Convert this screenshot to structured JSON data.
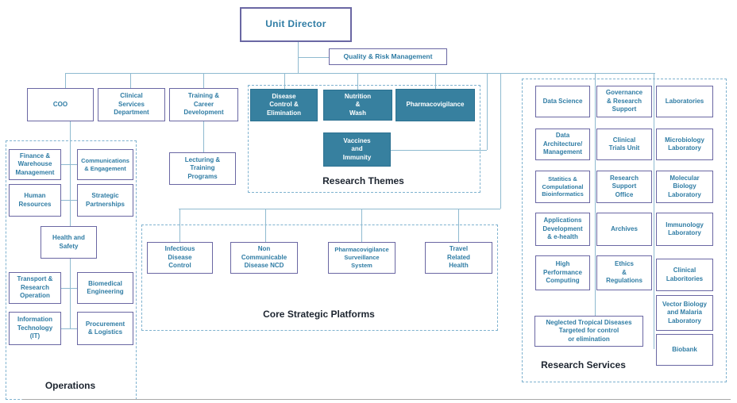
{
  "title": "Unit organisational chart",
  "colors": {
    "theme_fill": "#37809f",
    "theme_border": "#2d7191",
    "box_border": "#6a67a3",
    "box_text": "#2f7ca4",
    "connector": "#8fbad0",
    "panel_dash": "#7fb2cf",
    "section_label": "#1d2530"
  },
  "nodes": {
    "unit_director": "Unit Director",
    "quality_risk": "Quality & Risk Management",
    "coo": "COO",
    "clinical_services": "Clinical\nServices\nDepartment",
    "training_career": "Training &\nCareer\nDevelopment",
    "lecturing": "Lecturing &\nTraining\nPrograms"
  },
  "themes": {
    "title": "Research Themes",
    "disease": "Disease\nControl &\nElimination",
    "nutrition": "Nutrition\n&\nWash",
    "pharmacovigilance": "Pharmacovigilance",
    "vaccines": "Vaccines\nand\nImmunity"
  },
  "operations": {
    "title": "Operations",
    "finance": "Finance &\nWarehouse\nManagement",
    "communications": "Communications\n& Engagement",
    "human_resources": "Human\nResources",
    "strategic_partnerships": "Strategic\nPartnerships",
    "health_safety": "Health and\nSafety",
    "transport": "Transport &\nResearch\nOperation",
    "biomedical": "Biomedical\nEngineering",
    "it": "Information\nTechnology\n(IT)",
    "procurement": "Procurement\n& Logistics"
  },
  "platforms": {
    "title": "Core Strategic Platforms",
    "infectious": "Infectious\nDisease\nControl",
    "ncd": "Non\nCommunicable\nDisease NCD",
    "pv_surveillance": "Pharmacovigilance\nSurveillance\nSystem",
    "travel": "Travel\nRelated\nHealth"
  },
  "services": {
    "title": "Research Services",
    "data_science": "Data Science",
    "governance": "Governance\n& Research\nSupport",
    "laboratories": "Laboratories",
    "data_architecture": "Data\nArchitecture/\nManagement",
    "clinical_trials": "Clinical\nTrials Unit",
    "microbiology": "Microbiology\nLaboratory",
    "statistics": "Statitics &\nCompulational\nBioinformatics",
    "research_support": "Research\nSupport\nOffice",
    "molecular": "Molecular\nBiology\nLaboratory",
    "applications": "Applications\nDevelopment\n& e-health",
    "archives": "Archives",
    "immunology": "Immunology\nLaboratory",
    "high_performance": "High\nPerformance\nComputing",
    "ethics": "Ethics\n&\nRegulations",
    "clinical_lab": "Clinical\nLaboritories",
    "vector_biology": "Vector Biology\nand Malaria\nLaboratory",
    "biobank": "Biobank",
    "ntd": "Neglected Tropical Diseases\nTargeted for control\nor elimination"
  }
}
